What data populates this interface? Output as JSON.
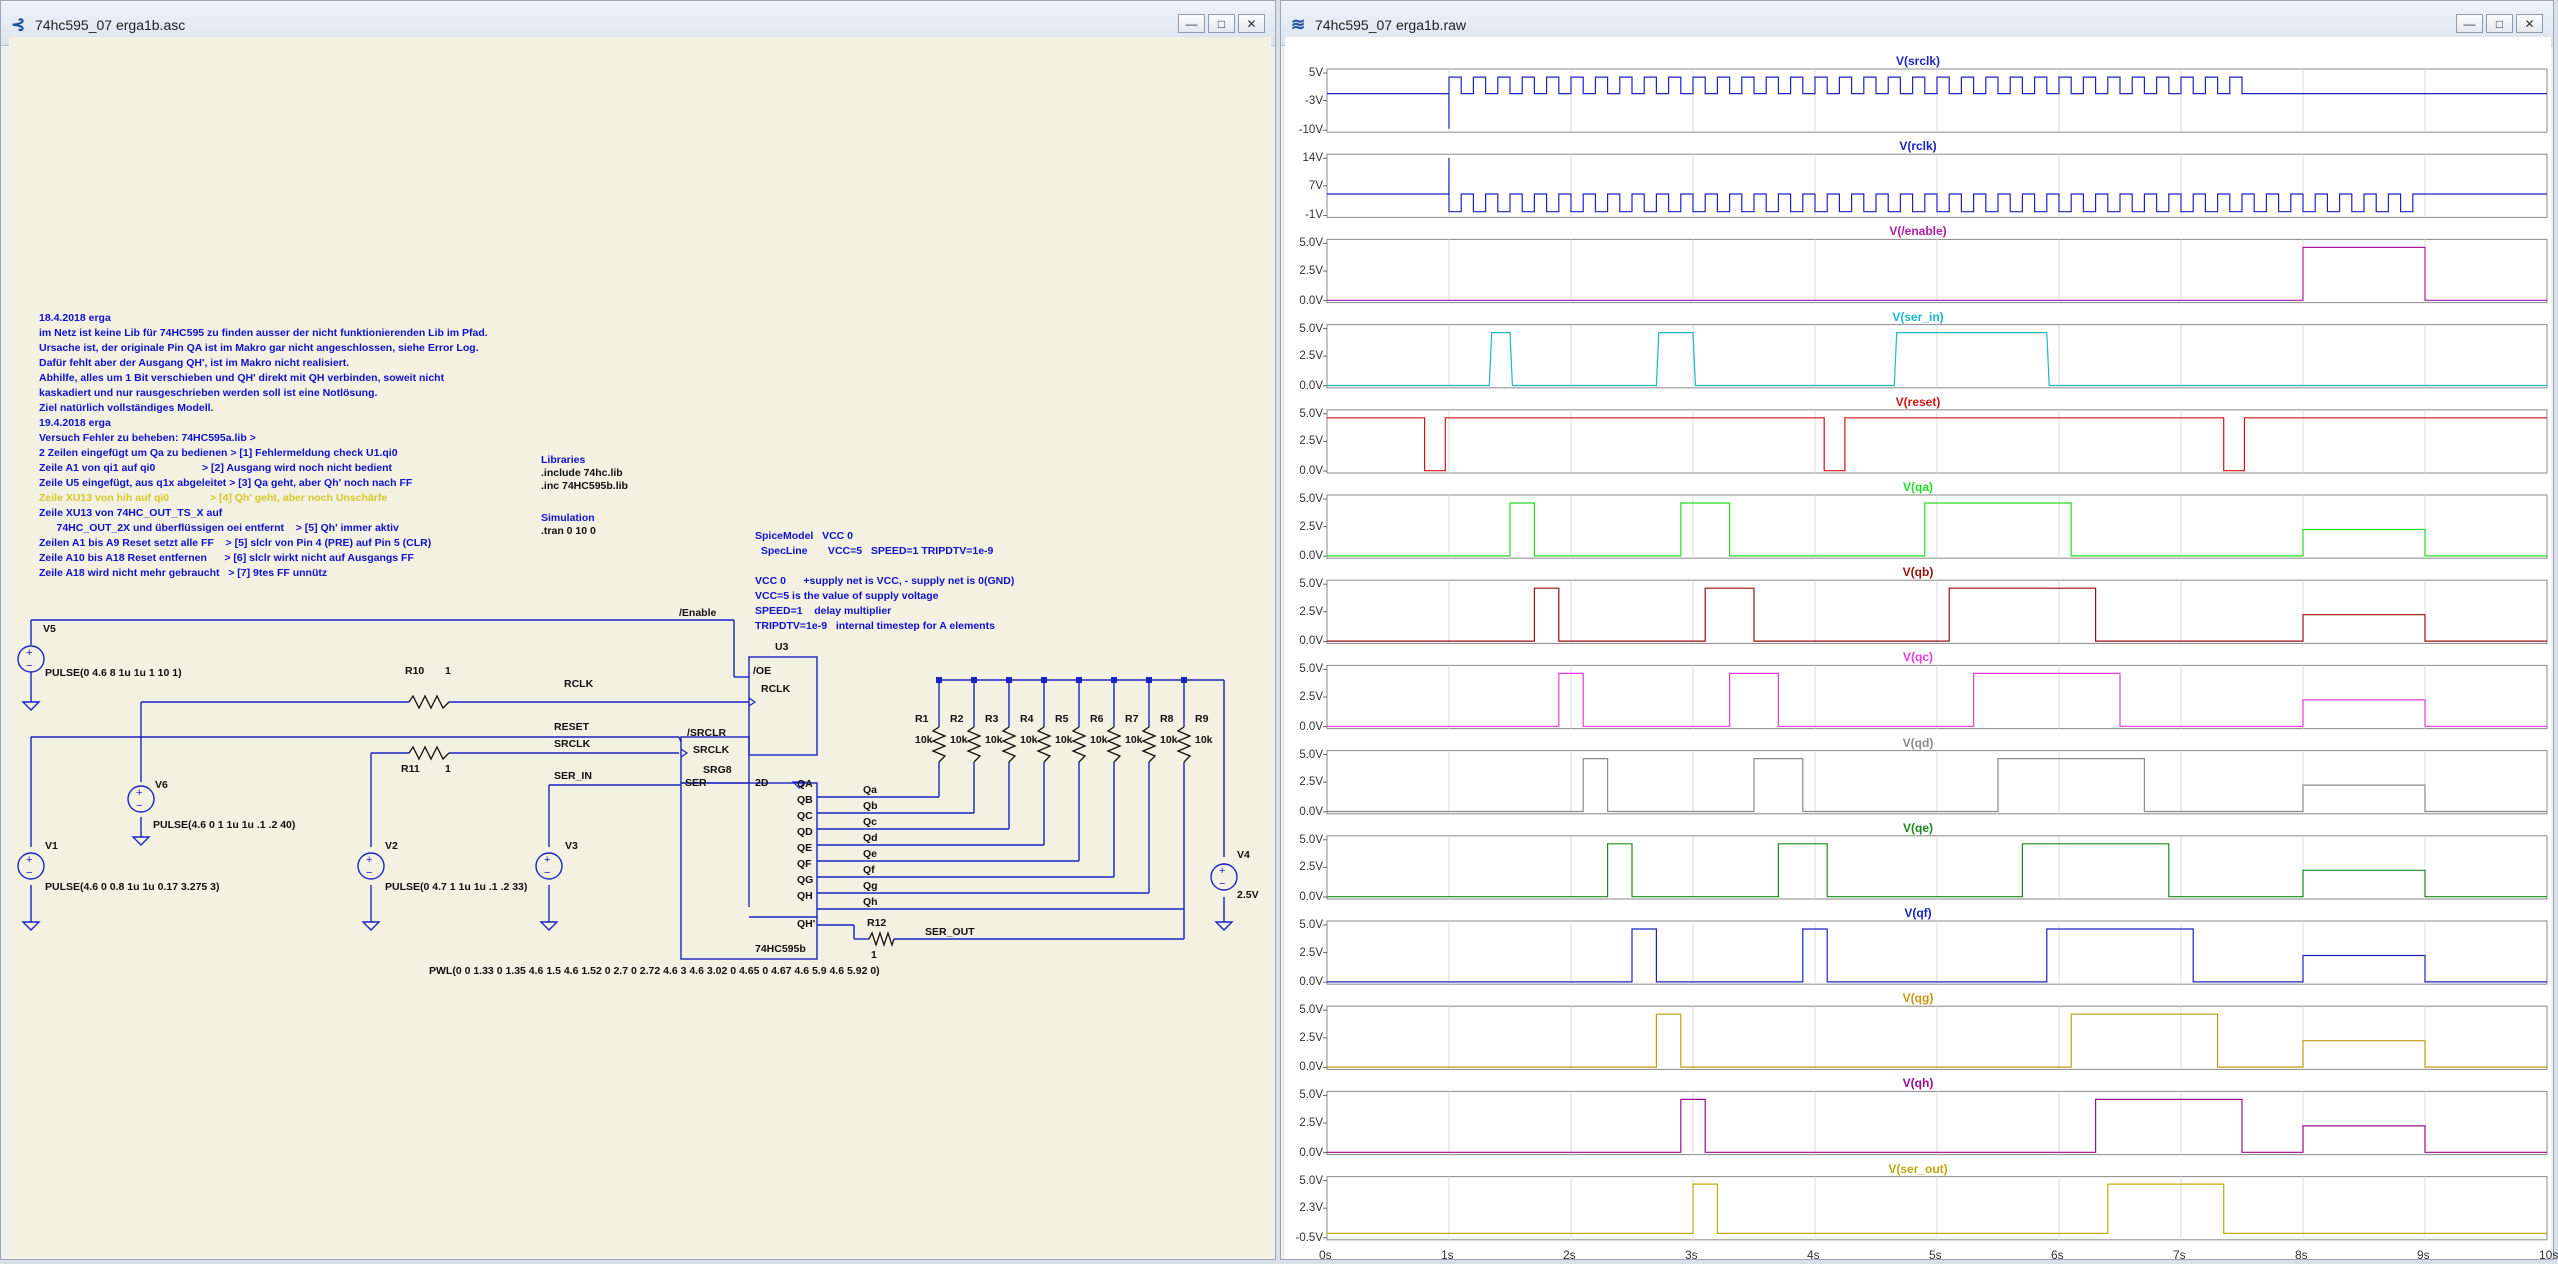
{
  "left_window": {
    "title": "74hc595_07 erga1b.asc",
    "icon": "ltspice-schematic-icon",
    "buttons": {
      "minimize": "—",
      "maximize": "□",
      "close": "✕"
    }
  },
  "right_window": {
    "title": "74hc595_07 erga1b.raw",
    "icon": "ltspice-waveform-icon",
    "buttons": {
      "minimize": "—",
      "maximize": "□",
      "close": "✕"
    }
  },
  "notes": {
    "blue_lines": [
      "18.4.2018 erga",
      "im Netz ist keine Lib für 74HC595 zu finden ausser der nicht funktionierenden Lib im Pfad.",
      "Ursache ist, der originale Pin QA ist im Makro gar nicht angeschlossen, siehe Error Log.",
      "Dafür fehlt aber der Ausgang QH', ist im Makro nicht realisiert.",
      "Abhilfe, alles um 1 Bit verschieben und QH' direkt mit QH verbinden, soweit nicht",
      "kaskadiert und nur rausgeschrieben werden soll ist eine Notlösung.",
      "Ziel natürlich vollständiges Modell.",
      "19.4.2018 erga",
      "Versuch Fehler zu beheben: 74HC595a.lib >",
      "2 Zeilen eingefügt um Qa zu bedienen > [1] Fehlermeldung check U1.qi0",
      "Zeile A1 von qi1 auf qi0                > [2] Ausgang wird noch nicht bedient",
      "Zeile U5 eingefügt, aus q1x abgeleitet > [3] Qa geht, aber Qh' noch nach FF"
    ],
    "yellow_line": "Zeile XU13 von hih auf qi0              > [4] Qh' geht, aber noch Unschärfe",
    "blue_lines_2": [
      "Zeile XU13 von 74HC_OUT_TS_X auf",
      "      74HC_OUT_2X und überflüssigen oei entfernt    > [5] Qh' immer aktiv",
      "Zeilen A1 bis A9 Reset setzt alle FF    > [5] slclr von Pin 4 (PRE) auf Pin 5 (CLR)",
      "Zeile A10 bis A18 Reset entfernen      > [6] slclr wirkt nicht auf Ausgangs FF",
      "Zeile A18 wird nicht mehr gebraucht   > [7] 9tes FF unnütz"
    ],
    "libraries": [
      "Libraries",
      ".include 74hc.lib",
      ".inc 74HC595b.lib"
    ],
    "simulation": [
      "Simulation",
      ".tran 0 10 0"
    ],
    "spice_model": [
      "SpiceModel   VCC 0",
      "  SpecLine       VCC=5   SPEED=1 TRIPDTV=1e-9"
    ],
    "vcc_notes": [
      "VCC 0      +supply net is VCC, - supply net is 0(GND)",
      "VCC=5 is the value of supply voltage",
      "SPEED=1    delay multiplier",
      "TRIPDTV=1e-9   internal timestep for A elements"
    ]
  },
  "schematic": {
    "sources": {
      "V5": {
        "name": "V5",
        "value": "PULSE(0 4.6 8 1u 1u 1 10 1)"
      },
      "V6": {
        "name": "V6",
        "value": "PULSE(4.6 0 1 1u 1u .1 .2 40)"
      },
      "V1": {
        "name": "V1",
        "value": "PULSE(4.6 0 0.8 1u 1u 0.17 3.275 3)"
      },
      "V2": {
        "name": "V2",
        "value": "PULSE(0 4.7 1 1u 1u .1 .2 33)"
      },
      "V3": {
        "name": "V3",
        "value": "PWL(0 0 1.33 0 1.35 4.6 1.5 4.6 1.52 0 2.7 0 2.72 4.6 3 4.6 3.02 0 4.65 0 4.67 4.6 5.9 4.6 5.92 0)"
      },
      "V4": {
        "name": "V4",
        "value": "2.5V"
      }
    },
    "resistors": {
      "R10": {
        "name": "R10",
        "value": "1"
      },
      "R11": {
        "name": "R11",
        "value": "1"
      },
      "R12": {
        "name": "R12",
        "value": "1"
      },
      "load": [
        "R1",
        "R2",
        "R3",
        "R4",
        "R5",
        "R6",
        "R7",
        "R8",
        "R9"
      ],
      "load_value": "10k"
    },
    "nets": {
      "enable": "/Enable",
      "rclk": "RCLK",
      "reset": "RESET",
      "srclk": "SRCLK",
      "ser_in": "SER_IN",
      "ser_out": "SER_OUT"
    },
    "ic": {
      "name": "U3",
      "part": "74HC595b",
      "pins_left": [
        "/OE",
        "RCLK",
        "/SRCLR",
        "SRCLK",
        "SRG8"
      ],
      "ser": "SER",
      "d2": "2D",
      "pins_right": [
        "QA",
        "QB",
        "QC",
        "QD",
        "QE",
        "QF",
        "QG",
        "QH",
        "QH'"
      ],
      "net_labels": [
        "Qa",
        "Qb",
        "Qc",
        "Qd",
        "Qe",
        "Qf",
        "Qg",
        "Qh"
      ]
    }
  },
  "waveforms": {
    "x_axis": {
      "ticks": [
        "0s",
        "1s",
        "2s",
        "3s",
        "4s",
        "5s",
        "6s",
        "7s",
        "8s",
        "9s",
        "10s"
      ],
      "range": [
        0,
        10
      ]
    },
    "traces": [
      {
        "title": "V(srclk)",
        "color": "#1c23c4",
        "yticks": [
          "5V",
          "-3V",
          "-10V"
        ],
        "yrange": [
          -11,
          7
        ]
      },
      {
        "title": "V(rclk)",
        "color": "#1c23c4",
        "yticks": [
          "14V",
          "7V",
          "-1V"
        ],
        "yrange": [
          -1.5,
          15
        ]
      },
      {
        "title": "V(/enable)",
        "color": "#b01aa8",
        "yticks": [
          "5.0V",
          "2.5V",
          "0.0V"
        ],
        "yrange": [
          -0.2,
          5.3
        ]
      },
      {
        "title": "V(ser_in)",
        "color": "#1ab8c8",
        "yticks": [
          "5.0V",
          "2.5V",
          "0.0V"
        ],
        "yrange": [
          -0.2,
          5.3
        ]
      },
      {
        "title": "V(reset)",
        "color": "#d41414",
        "yticks": [
          "5.0V",
          "2.5V",
          "0.0V"
        ],
        "yrange": [
          -0.2,
          5.3
        ]
      },
      {
        "title": "V(qa)",
        "color": "#22dd22",
        "yticks": [
          "5.0V",
          "2.5V",
          "0.0V"
        ],
        "yrange": [
          -0.2,
          5.3
        ]
      },
      {
        "title": "V(qb)",
        "color": "#9a0f0f",
        "yticks": [
          "5.0V",
          "2.5V",
          "0.0V"
        ],
        "yrange": [
          -0.2,
          5.3
        ]
      },
      {
        "title": "V(qc)",
        "color": "#e83ae0",
        "yticks": [
          "5.0V",
          "2.5V",
          "0.0V"
        ],
        "yrange": [
          -0.2,
          5.3
        ]
      },
      {
        "title": "V(qd)",
        "color": "#8a8a8a",
        "yticks": [
          "5.0V",
          "2.5V",
          "0.0V"
        ],
        "yrange": [
          -0.2,
          5.3
        ]
      },
      {
        "title": "V(qe)",
        "color": "#1a8a1a",
        "yticks": [
          "5.0V",
          "2.5V",
          "0.0V"
        ],
        "yrange": [
          -0.2,
          5.3
        ]
      },
      {
        "title": "V(qf)",
        "color": "#1c23c4",
        "yticks": [
          "5.0V",
          "2.5V",
          "0.0V"
        ],
        "yrange": [
          -0.2,
          5.3
        ]
      },
      {
        "title": "V(qg)",
        "color": "#c29a10",
        "yticks": [
          "5.0V",
          "2.5V",
          "0.0V"
        ],
        "yrange": [
          -0.2,
          5.3
        ]
      },
      {
        "title": "V(qh)",
        "color": "#9c0c90",
        "yticks": [
          "5.0V",
          "2.5V",
          "0.0V"
        ],
        "yrange": [
          -0.2,
          5.3
        ]
      },
      {
        "title": "V(ser_out)",
        "color": "#c2a810",
        "yticks": [
          "5.0V",
          "2.3V",
          "-0.5V"
        ],
        "yrange": [
          -0.6,
          5.3
        ]
      }
    ]
  },
  "chart_data": {
    "type": "line",
    "x_unit": "s",
    "xlim": [
      0,
      10
    ],
    "series": [
      {
        "name": "V(srclk)",
        "ylim": [
          -11,
          7
        ],
        "x": [
          0,
          0.999,
          1.0,
          1.0,
          1.1,
          1.1,
          1.2,
          1.2,
          7.5,
          7.5,
          10
        ],
        "y": [
          0,
          0,
          -10,
          5,
          5,
          0,
          0,
          5,
          5,
          0,
          0
        ],
        "pattern": "pulse 0 to 4.7V, start 1s, period 0.2s, width 0.1s, 33 cycles"
      },
      {
        "name": "V(rclk)",
        "ylim": [
          -1.5,
          15
        ],
        "x": [
          0,
          0.999,
          1.0,
          1.0,
          1.1,
          1.1,
          9.0,
          10
        ],
        "y": [
          0,
          0,
          14,
          4.6,
          4.6,
          0,
          0,
          0
        ],
        "pattern": "pulse 4.6V to 0, start 1s, period 0.2s, width 0.1s, 40 cycles"
      },
      {
        "name": "V(/enable)",
        "ylim": [
          -0.2,
          5.3
        ],
        "x": [
          0,
          8,
          8,
          9,
          9,
          10
        ],
        "y": [
          0,
          0,
          4.6,
          4.6,
          0,
          0
        ]
      },
      {
        "name": "V(ser_in)",
        "ylim": [
          -0.2,
          5.3
        ],
        "x": [
          0,
          1.33,
          1.35,
          1.5,
          1.52,
          2.7,
          2.72,
          3.0,
          3.02,
          4.65,
          4.67,
          5.9,
          5.92,
          10
        ],
        "y": [
          0,
          0,
          4.6,
          4.6,
          0,
          0,
          4.6,
          4.6,
          0,
          0,
          4.6,
          4.6,
          0,
          0
        ]
      },
      {
        "name": "V(reset)",
        "ylim": [
          -0.2,
          5.3
        ],
        "x": [
          0,
          0.8,
          0.8,
          0.97,
          0.97,
          4.075,
          4.075,
          4.245,
          4.245,
          7.35,
          7.35,
          7.52,
          7.52,
          10
        ],
        "y": [
          4.6,
          4.6,
          0,
          0,
          4.6,
          4.6,
          0,
          0,
          4.6,
          4.6,
          0,
          0,
          4.6,
          4.6
        ]
      },
      {
        "name": "V(qa)",
        "ylim": [
          -0.2,
          5.3
        ],
        "x": [
          0,
          1.5,
          1.5,
          1.7,
          1.7,
          2.9,
          2.9,
          3.3,
          3.3,
          4.9,
          4.9,
          6.1,
          6.1,
          8,
          8,
          9,
          9,
          10
        ],
        "y": [
          0,
          0,
          4.6,
          4.6,
          0,
          0,
          4.6,
          4.6,
          0,
          0,
          4.6,
          4.6,
          0,
          0,
          2.3,
          2.3,
          0,
          0
        ]
      },
      {
        "name": "V(qb)",
        "ylim": [
          -0.2,
          5.3
        ],
        "x": [
          0,
          1.7,
          1.7,
          1.9,
          1.9,
          3.1,
          3.1,
          3.5,
          3.5,
          5.1,
          5.1,
          6.3,
          6.3,
          8,
          8,
          9,
          9,
          10
        ],
        "y": [
          0,
          0,
          4.6,
          4.6,
          0,
          0,
          4.6,
          4.6,
          0,
          0,
          4.6,
          4.6,
          0,
          0,
          2.3,
          2.3,
          0,
          0
        ]
      },
      {
        "name": "V(qc)",
        "ylim": [
          -0.2,
          5.3
        ],
        "x": [
          0,
          1.9,
          1.9,
          2.1,
          2.1,
          3.3,
          3.3,
          3.7,
          3.7,
          5.3,
          5.3,
          6.5,
          6.5,
          8,
          8,
          9,
          9,
          10
        ],
        "y": [
          0,
          0,
          4.6,
          4.6,
          0,
          0,
          4.6,
          4.6,
          0,
          0,
          4.6,
          4.6,
          0,
          0,
          2.3,
          2.3,
          0,
          0
        ]
      },
      {
        "name": "V(qd)",
        "ylim": [
          -0.2,
          5.3
        ],
        "x": [
          0,
          2.1,
          2.1,
          2.3,
          2.3,
          3.5,
          3.5,
          3.9,
          3.9,
          5.5,
          5.5,
          6.7,
          6.7,
          8,
          8,
          9,
          9,
          10
        ],
        "y": [
          0,
          0,
          4.6,
          4.6,
          0,
          0,
          4.6,
          4.6,
          0,
          0,
          4.6,
          4.6,
          0,
          0,
          2.3,
          2.3,
          0,
          0
        ]
      },
      {
        "name": "V(qe)",
        "ylim": [
          -0.2,
          5.3
        ],
        "x": [
          0,
          2.3,
          2.3,
          2.5,
          2.5,
          3.7,
          3.7,
          4.1,
          4.1,
          5.7,
          5.7,
          6.9,
          6.9,
          8,
          8,
          9,
          9,
          10
        ],
        "y": [
          0,
          0,
          4.6,
          4.6,
          0,
          0,
          4.6,
          4.6,
          0,
          0,
          4.6,
          4.6,
          0,
          0,
          2.3,
          2.3,
          0,
          0
        ]
      },
      {
        "name": "V(qf)",
        "ylim": [
          -0.2,
          5.3
        ],
        "x": [
          0,
          2.5,
          2.5,
          2.7,
          2.7,
          3.9,
          3.9,
          4.1,
          4.1,
          5.9,
          5.9,
          7.1,
          7.1,
          8,
          8,
          9,
          9,
          10
        ],
        "y": [
          0,
          0,
          4.6,
          4.6,
          0,
          0,
          4.6,
          4.6,
          0,
          0,
          4.6,
          4.6,
          0,
          0,
          2.3,
          2.3,
          0,
          0
        ]
      },
      {
        "name": "V(qg)",
        "ylim": [
          -0.2,
          5.3
        ],
        "x": [
          0,
          2.7,
          2.7,
          2.9,
          2.9,
          6.1,
          6.1,
          7.3,
          7.3,
          8,
          8,
          9,
          9,
          10
        ],
        "y": [
          0,
          0,
          4.6,
          4.6,
          0,
          0,
          4.6,
          4.6,
          0,
          0,
          2.3,
          2.3,
          0,
          0
        ]
      },
      {
        "name": "V(qh)",
        "ylim": [
          -0.2,
          5.3
        ],
        "x": [
          0,
          2.9,
          2.9,
          3.1,
          3.1,
          6.3,
          6.3,
          7.5,
          7.5,
          8,
          8,
          9,
          9,
          10
        ],
        "y": [
          0,
          0,
          4.6,
          4.6,
          0,
          0,
          4.6,
          4.6,
          0,
          0,
          2.3,
          2.3,
          0,
          0
        ]
      },
      {
        "name": "V(ser_out)",
        "ylim": [
          -0.6,
          5.3
        ],
        "x": [
          0,
          3.0,
          3.0,
          3.2,
          3.2,
          6.4,
          6.4,
          7.35,
          7.35,
          10
        ],
        "y": [
          0,
          0,
          4.6,
          4.6,
          0,
          0,
          4.6,
          4.6,
          0,
          0
        ]
      }
    ]
  }
}
